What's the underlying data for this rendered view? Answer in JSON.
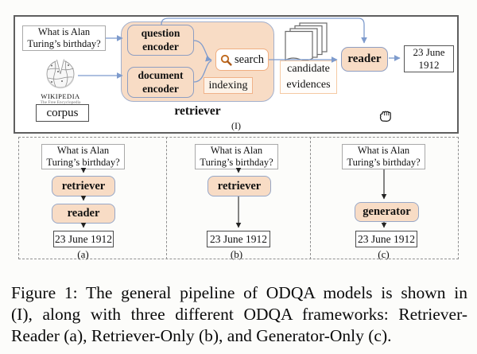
{
  "colors": {
    "peach_fill": "#f8dcc5",
    "blue_box_border": "#8e9ec2",
    "orange_box_border": "#f0ae80",
    "arrow_blue": "#7e9bcd",
    "arrow_black": "#222222",
    "search_icon_orange": "#c06a1e"
  },
  "pipeline": {
    "label": "(I)",
    "question": {
      "line1": "What is Alan",
      "line2": "Turing’s birthday?"
    },
    "wikipedia": {
      "name": "WIKIPEDIA",
      "tagline": "The Free Encyclopedia"
    },
    "corpus_label": "corpus",
    "question_encoder": {
      "line1": "question",
      "line2": "encoder"
    },
    "document_encoder": {
      "line1": "document",
      "line2": "encoder"
    },
    "search_label": "search",
    "indexing_label": "indexing",
    "candidate_evidences": {
      "line1": "candidate",
      "line2": "evidences"
    },
    "retriever_label": "retriever",
    "reader_label": "reader",
    "answer": {
      "line1": "23 June",
      "line2": "1912"
    }
  },
  "frameworks": [
    {
      "label": "(a)",
      "question_line1": "What is Alan",
      "question_line2": "Turing’s birthday?",
      "steps": [
        "retriever",
        "reader"
      ],
      "answer": "23 June 1912"
    },
    {
      "label": "(b)",
      "question_line1": "What is Alan",
      "question_line2": "Turing’s birthday?",
      "steps": [
        "retriever"
      ],
      "answer": "23 June 1912"
    },
    {
      "label": "(c)",
      "question_line1": "What is Alan",
      "question_line2": "Turing’s birthday?",
      "steps": [
        "generator"
      ],
      "answer": "23 June 1912"
    }
  ],
  "caption": {
    "lines": [
      "Figure 1: The general pipeline of ODQA models is shown in",
      "(I), along with three different ODQA frameworks: Retriever-",
      "Reader (a), Retriever-Only (b), and Generator-Only (c)."
    ]
  }
}
